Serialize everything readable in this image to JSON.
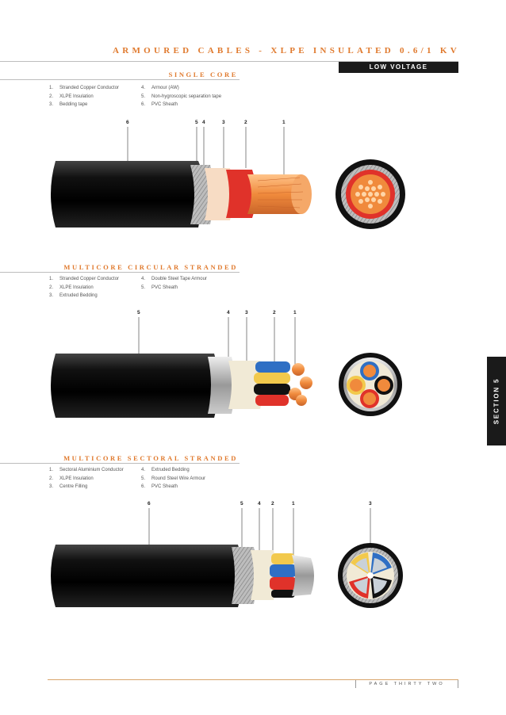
{
  "header": {
    "title": "ARMOURED CABLES - XLPE INSULATED 0.6/1 KV",
    "badge": "LOW VOLTAGE"
  },
  "sections": [
    {
      "title": "SINGLE CORE",
      "legend": [
        {
          "n": "1.",
          "label": "Stranded Copper Conductor"
        },
        {
          "n": "2.",
          "label": "XLPE Insulation"
        },
        {
          "n": "3.",
          "label": "Bedding tape"
        },
        {
          "n": "4.",
          "label": "Armour (AW)"
        },
        {
          "n": "5.",
          "label": "Non-hygroscopic separation tape"
        },
        {
          "n": "6.",
          "label": "PVC Sheath"
        }
      ],
      "callouts": [
        "6",
        "5",
        "4",
        "3",
        "2",
        "1"
      ]
    },
    {
      "title": "MULTICORE CIRCULAR STRANDED",
      "legend": [
        {
          "n": "1.",
          "label": "Stranded Copper Conductor"
        },
        {
          "n": "2.",
          "label": "XLPE Insulation"
        },
        {
          "n": "3.",
          "label": "Extruded Bedding"
        },
        {
          "n": "4.",
          "label": "Double Steel Tape Armour"
        },
        {
          "n": "5.",
          "label": "PVC Sheath"
        }
      ],
      "callouts": [
        "5",
        "4",
        "3",
        "2",
        "1"
      ]
    },
    {
      "title": "MULTICORE SECTORAL STRANDED",
      "legend": [
        {
          "n": "1.",
          "label": "Sectoral Aluminium Conductor"
        },
        {
          "n": "2.",
          "label": "XLPE Insulation"
        },
        {
          "n": "3.",
          "label": "Centre Filling"
        },
        {
          "n": "4.",
          "label": "Extruded Bedding"
        },
        {
          "n": "5.",
          "label": "Round Steel Wire Armour"
        },
        {
          "n": "6.",
          "label": "PVC Sheath"
        }
      ],
      "callouts": [
        "6",
        "5",
        "4",
        "2",
        "1",
        "3"
      ]
    }
  ],
  "side_tab": "SECTION 5",
  "footer": "PAGE THIRTY TWO",
  "colors": {
    "accent": "#e07a2e",
    "dark": "#1a1a1a",
    "copper": "#f08a3c",
    "insulation_red": "#e0322a",
    "core_blue": "#2f6fc4",
    "core_yellow": "#f2c94c"
  }
}
